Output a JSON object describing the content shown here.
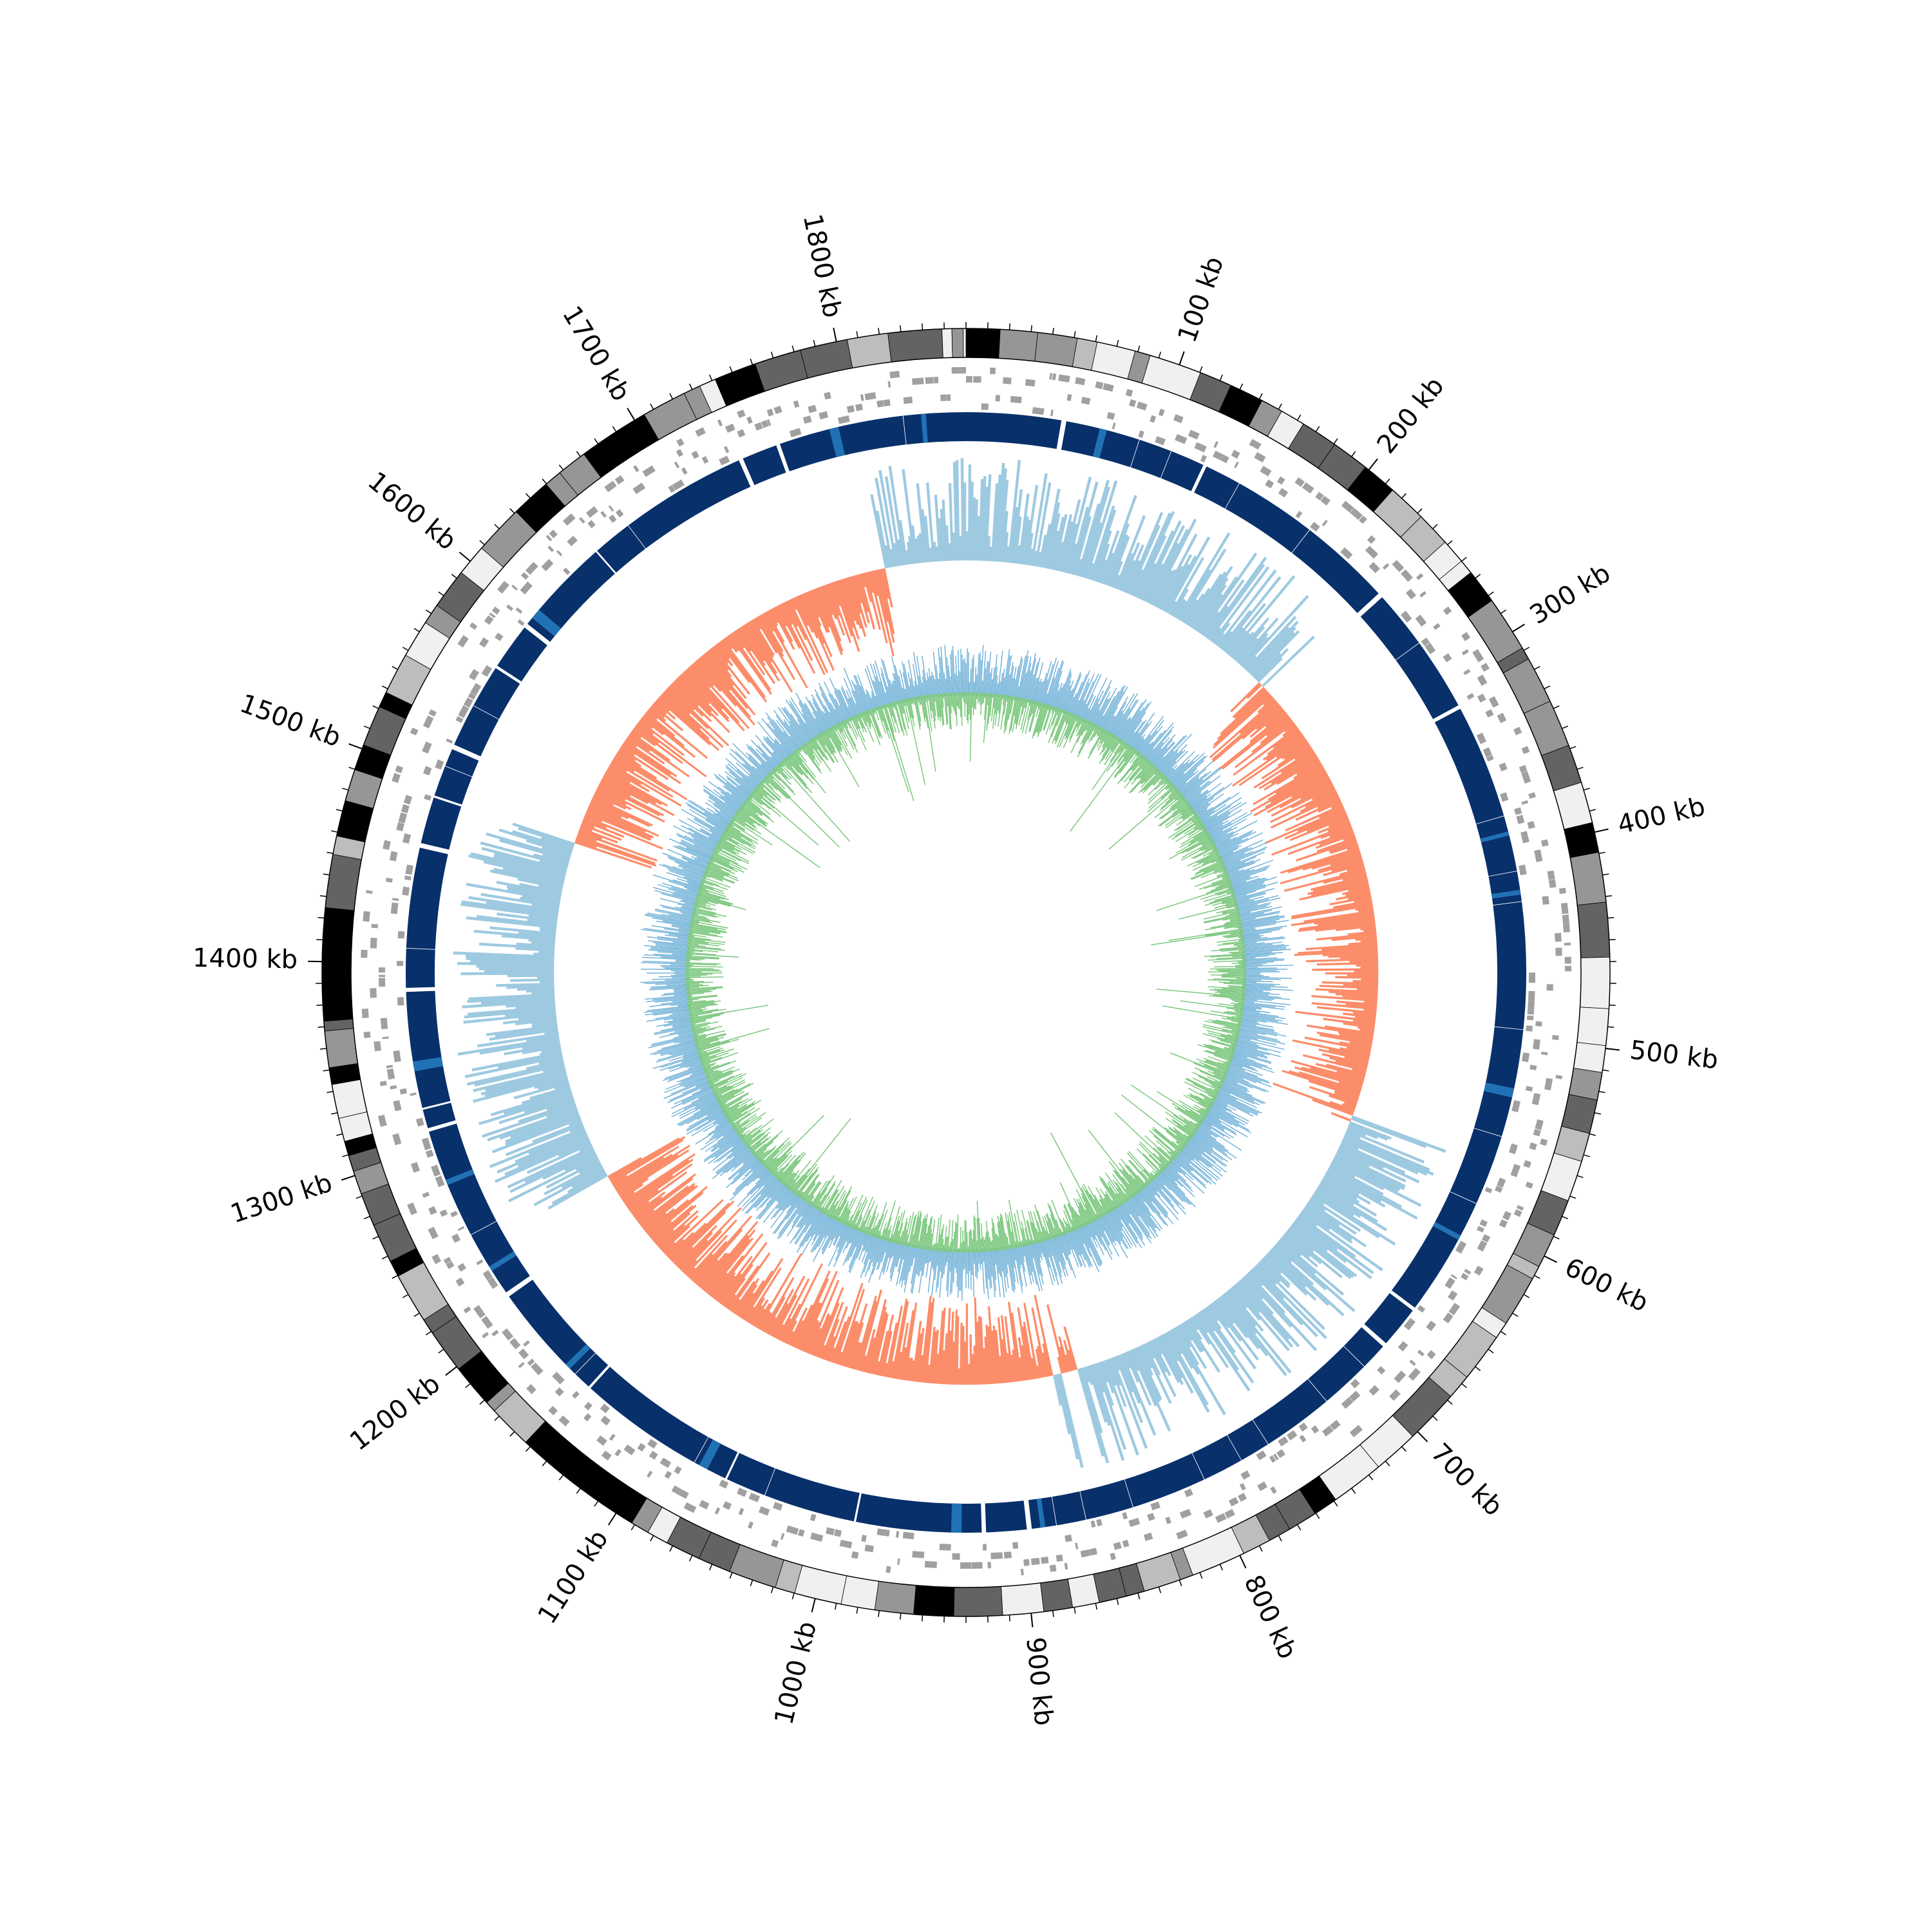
{
  "genome": {
    "total_length_kb": 1860,
    "start_angle_deg": -90
  },
  "colors": {
    "background": "#ffffff",
    "outline": "#000000",
    "gene_features": "#a0a0a0",
    "coverage_dark": "#08306b",
    "coverage_medium": "#2171b5",
    "gc_skew_positive": "#9ecae1",
    "gc_skew_negative": "#fc8d6a",
    "inner_blue": "#6baed6",
    "inner_green": "#74c476",
    "band_colors": [
      "#f0f0f0",
      "#bdbdbd",
      "#969696",
      "#636363",
      "#000000"
    ]
  },
  "chart_data": {
    "type": "circos",
    "axis": {
      "tick_labels": [
        {
          "position_kb": 100,
          "label": "100 kb"
        },
        {
          "position_kb": 200,
          "label": "200 kb"
        },
        {
          "position_kb": 300,
          "label": "300 kb"
        },
        {
          "position_kb": 400,
          "label": "400 kb"
        },
        {
          "position_kb": 500,
          "label": "500 kb"
        },
        {
          "position_kb": 600,
          "label": "600 kb"
        },
        {
          "position_kb": 700,
          "label": "700 kb"
        },
        {
          "position_kb": 800,
          "label": "800 kb"
        },
        {
          "position_kb": 900,
          "label": "900 kb"
        },
        {
          "position_kb": 1000,
          "label": "1000 kb"
        },
        {
          "position_kb": 1100,
          "label": "1100 kb"
        },
        {
          "position_kb": 1200,
          "label": "1200 kb"
        },
        {
          "position_kb": 1300,
          "label": "1300 kb"
        },
        {
          "position_kb": 1400,
          "label": "1400 kb"
        },
        {
          "position_kb": 1500,
          "label": "1500 kb"
        },
        {
          "position_kb": 1600,
          "label": "1600 kb"
        },
        {
          "position_kb": 1700,
          "label": "1700 kb"
        },
        {
          "position_kb": 1800,
          "label": "1800 kb"
        }
      ],
      "minor_tick_interval_kb": 10
    },
    "tracks": [
      {
        "id": "ideogram_bands",
        "type": "highlight",
        "description_values": "greyscale bands"
      },
      {
        "id": "gene_features",
        "type": "tile"
      },
      {
        "id": "coverage",
        "type": "highlight"
      },
      {
        "id": "gc_skew",
        "type": "histogram"
      },
      {
        "id": "gc_content",
        "type": "line"
      }
    ]
  }
}
